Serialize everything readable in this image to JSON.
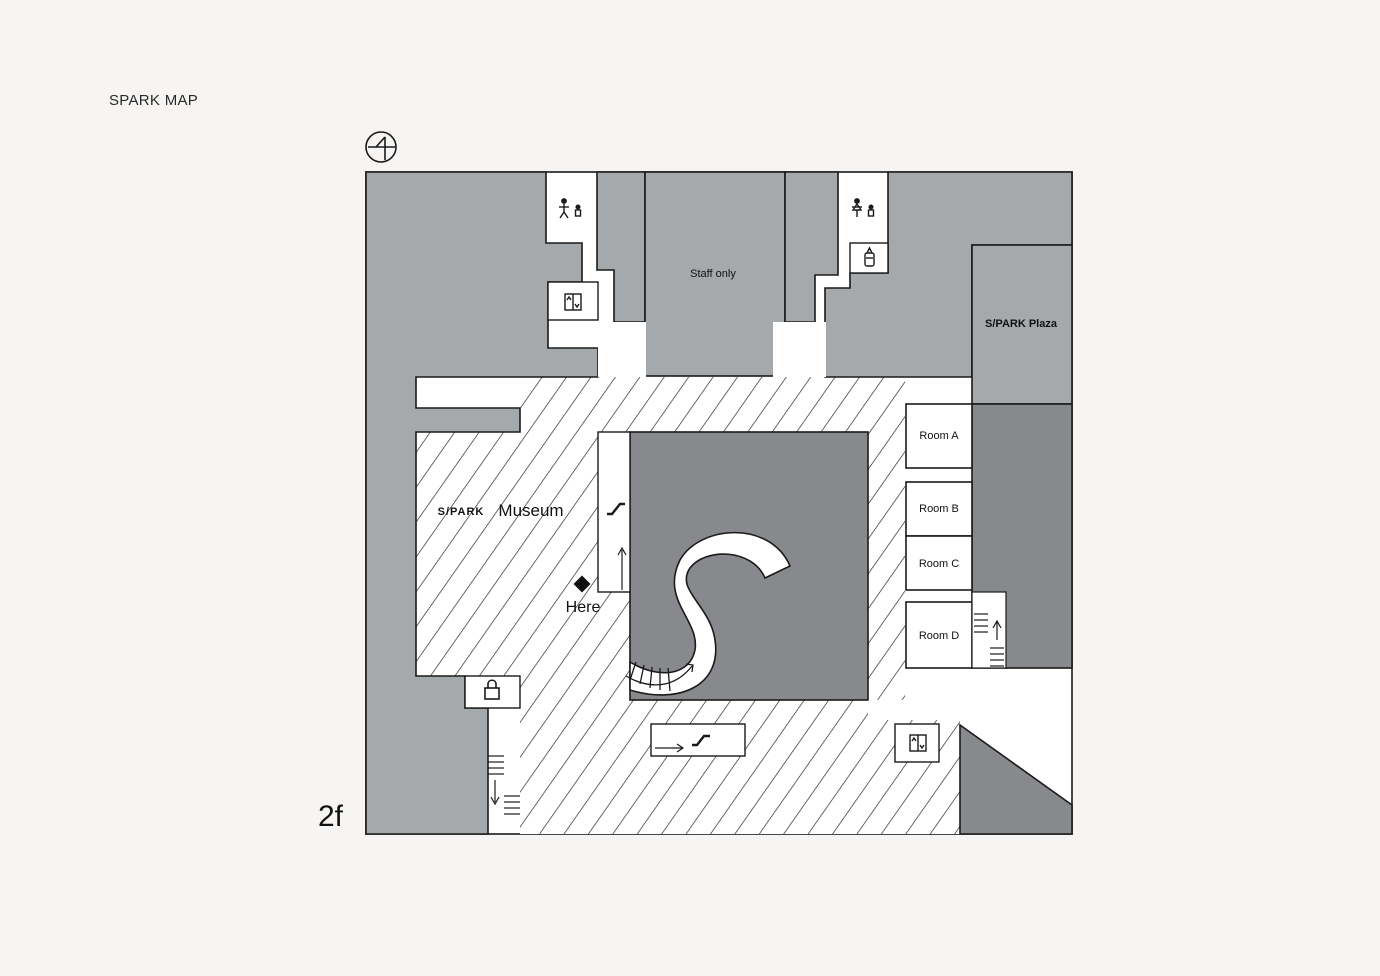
{
  "header": {
    "title": "SPARK MAP"
  },
  "floor": {
    "label": "2f"
  },
  "rooms": {
    "staff_only": "Staff only",
    "plaza": "S/PARK Plaza",
    "museum_prefix": "S/PARK",
    "museum_name": "Museum",
    "room_a": "Room A",
    "room_b": "Room B",
    "room_c": "Room C",
    "room_d": "Room D"
  },
  "marker": {
    "label": "Here"
  },
  "icons": [
    "compass-icon",
    "restroom-icon",
    "elevator-icon",
    "nursing-room-icon",
    "escalator-icon",
    "locker-icon",
    "stairs-icon",
    "here-marker-icon"
  ],
  "colors": {
    "background": "#f6f5f3",
    "block_light": "#a6a9ab",
    "block_dark": "#87898c",
    "line": "#1a1a1a",
    "path": "#ffffff"
  }
}
